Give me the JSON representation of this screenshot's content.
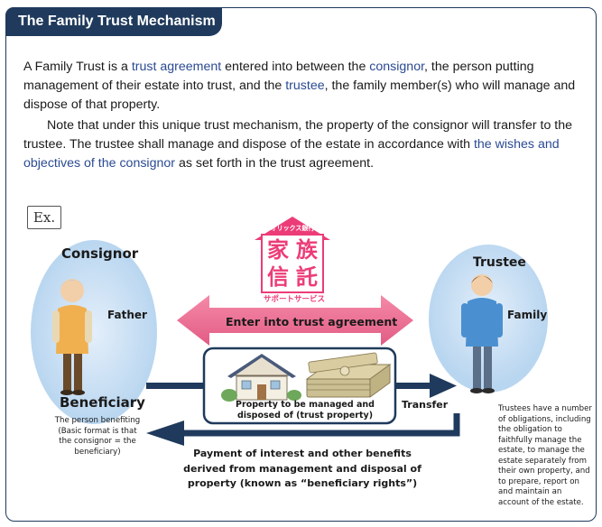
{
  "title": "The Family Trust Mechanism",
  "intro": {
    "p1": [
      {
        "text": "A Family Trust is a ",
        "hl": false
      },
      {
        "text": "trust agreement",
        "hl": true
      },
      {
        "text": " entered into between the ",
        "hl": false
      },
      {
        "text": "consignor",
        "hl": true
      },
      {
        "text": ", the person putting management of their estate into trust, and the ",
        "hl": false
      },
      {
        "text": "trustee",
        "hl": true
      },
      {
        "text": ", the family member(s) who will manage and dispose of that property.",
        "hl": false
      }
    ],
    "p2": [
      {
        "text": "Note that under this unique trust mechanism, the property of the consignor will transfer to the trustee. The trustee shall manage and dispose of the estate in accordance with ",
        "hl": false
      },
      {
        "text": "the wishes and objectives of the consignor",
        "hl": true
      },
      {
        "text": " as set forth in the trust agreement.",
        "hl": false
      }
    ]
  },
  "diagram": {
    "ex_label": "Ex.",
    "consignor": "Consignor",
    "father": "Father",
    "beneficiary": "Beneficiary",
    "beneficiary_note": "The person benefiting (Basic format is that the consignor = the beneficiary)",
    "trustee": "Trustee",
    "family": "Family",
    "trustee_note": "Trustees have a number of obligations, including the obligation to faithfully manage the estate, to manage the estate separately from their own property, and to prepare, report on and maintain an account of the estate.",
    "agreement_label": "Enter into trust agreement",
    "property_label": "Property to be managed and disposed of (trust property)",
    "transfer_label": "Transfer",
    "payment_label": "Payment of interest and other benefits derived from management and disposal of property (known as “beneficiary rights”)",
    "badge": {
      "top": "オリックス銀行",
      "kanji": [
        "家",
        "族",
        "信",
        "託"
      ],
      "bottom": "サポートサービス"
    }
  },
  "colors": {
    "navy": "#1f3a5c",
    "highlight": "#2a4a92",
    "pink": "#ec3c78",
    "blob": "#cfe3f5"
  }
}
